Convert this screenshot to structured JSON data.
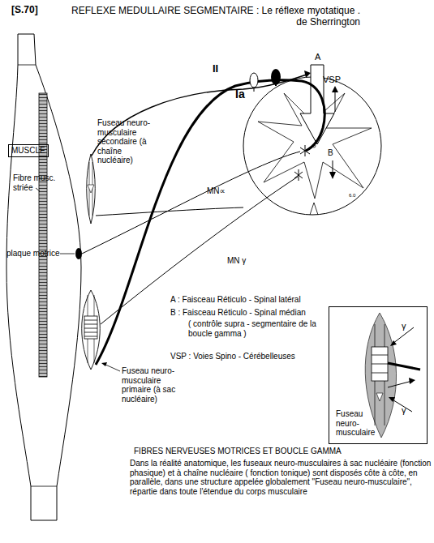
{
  "diagram": {
    "title": "REFLEXE MEDULLAIRE SEGMENTAIRE : Le réflexe myotatique . de Sherrington",
    "caption": "Dans la réalité anatomique, les fuseaux neuro-musculaires à sac nucléaire (fonction phasique) et à chaîne nucléaire ( fonction tonique) sont disposés côte à côte, en parallèle, dans une structure appelée globalement \"Fuseau neuro-musculaire\", répartie dans toute l'étendue du corps musculaire",
    "nodes": [
      {
        "text": [
          "MUSCLE"
        ]
      },
      {
        "text": [
          "Fuseau neuro-musculaire"
        ]
      }
    ],
    "labels": [
      "[S.70]",
      "II",
      "Ia",
      "A",
      "VSP",
      "B",
      "6.0",
      "Fuseau neuro-musculaire secondaire (à chaîne nucléaire)",
      "Fibre musc. striée",
      "MN∝",
      "plaque motrice",
      "MN γ",
      "A : Faisceau Réticulo - Spinal latéral",
      "B : Faisceau Réticulo - Spinal médian",
      "( contrôle supra - segmentaire de la boucle gamma )",
      "VSP : Voies Spino - Cérébelleuses",
      "Fuseau neuro-musculaire primaire (à sac nucléaire)",
      "FIBRES NERVEUSES MOTRICES ET BOUCLE GAMMA",
      "γ",
      "γ"
    ]
  }
}
